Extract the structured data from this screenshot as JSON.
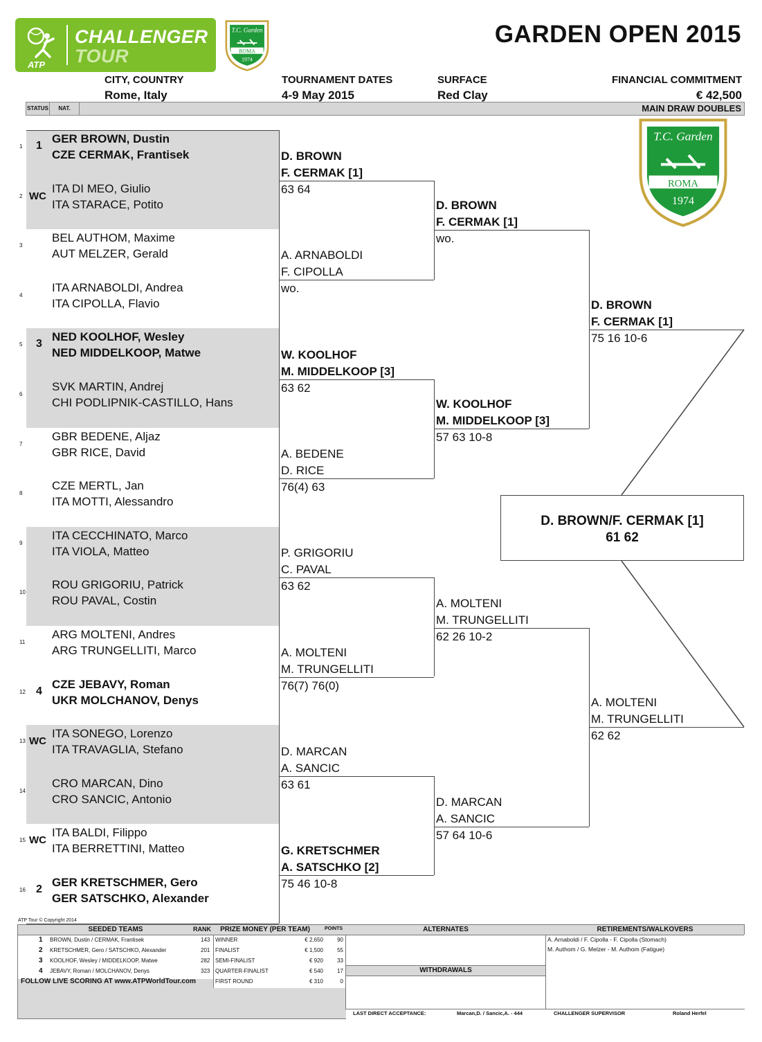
{
  "header": {
    "logo_line1": "CHALLENGER",
    "logo_line2": "TOUR",
    "logo_atp": "ATP",
    "club_logo_top": "T.C. Garden",
    "club_logo_city": "ROMA",
    "club_logo_year": "1974",
    "title": "GARDEN OPEN 2015",
    "city_label": "CITY, COUNTRY",
    "city_value": "Rome, Italy",
    "dates_label": "TOURNAMENT DATES",
    "dates_value": "4-9 May 2015",
    "surface_label": "SURFACE",
    "surface_value": "Red Clay",
    "commitment_label": "FINANCIAL COMMITMENT",
    "commitment_value": "€ 42,500",
    "status_col": "STATUS",
    "nat_col": "NAT.",
    "draw_type": "MAIN DRAW DOUBLES"
  },
  "slots": [
    {
      "num": "1",
      "status": "1",
      "status_type": "seed",
      "p1": "GER BROWN, Dustin",
      "p2": "CZE CERMAK, Frantisek",
      "bold": true
    },
    {
      "num": "2",
      "status": "WC",
      "status_type": "wc",
      "p1": "ITA  DI MEO, Giulio",
      "p2": "ITA  STARACE, Potito",
      "bold": false
    },
    {
      "num": "3",
      "status": "",
      "status_type": "",
      "p1": "BEL  AUTHOM, Maxime",
      "p2": "AUT  MELZER, Gerald",
      "bold": false
    },
    {
      "num": "4",
      "status": "",
      "status_type": "",
      "p1": "ITA  ARNABOLDI, Andrea",
      "p2": "ITA  CIPOLLA, Flavio",
      "bold": false
    },
    {
      "num": "5",
      "status": "3",
      "status_type": "seed",
      "p1": "NED KOOLHOF, Wesley",
      "p2": "NED MIDDELKOOP, Matwe",
      "bold": true
    },
    {
      "num": "6",
      "status": "",
      "status_type": "",
      "p1": "SVK MARTIN, Andrej",
      "p2": "CHI  PODLIPNIK-CASTILLO, Hans",
      "bold": false
    },
    {
      "num": "7",
      "status": "",
      "status_type": "",
      "p1": "GBR BEDENE, Aljaz",
      "p2": "GBR RICE, David",
      "bold": false
    },
    {
      "num": "8",
      "status": "",
      "status_type": "",
      "p1": "CZE  MERTL, Jan",
      "p2": "ITA  MOTTI, Alessandro",
      "bold": false
    },
    {
      "num": "9",
      "status": "",
      "status_type": "",
      "p1": "ITA  CECCHINATO, Marco",
      "p2": "ITA  VIOLA, Matteo",
      "bold": false
    },
    {
      "num": "10",
      "status": "",
      "status_type": "",
      "p1": "ROU GRIGORIU, Patrick",
      "p2": "ROU PAVAL, Costin",
      "bold": false
    },
    {
      "num": "11",
      "status": "",
      "status_type": "",
      "p1": "ARG MOLTENI, Andres",
      "p2": "ARG TRUNGELLITI, Marco",
      "bold": false
    },
    {
      "num": "12",
      "status": "4",
      "status_type": "seed",
      "p1": "CZE JEBAVY, Roman",
      "p2": "UKR MOLCHANOV, Denys",
      "bold": true
    },
    {
      "num": "13",
      "status": "WC",
      "status_type": "wc",
      "p1": "ITA  SONEGO, Lorenzo",
      "p2": "ITA  TRAVAGLIA, Stefano",
      "bold": false
    },
    {
      "num": "14",
      "status": "",
      "status_type": "",
      "p1": "CRO MARCAN, Dino",
      "p2": "CRO SANCIC, Antonio",
      "bold": false
    },
    {
      "num": "15",
      "status": "WC",
      "status_type": "wc",
      "p1": "ITA  BALDI, Filippo",
      "p2": "ITA  BERRETTINI, Matteo",
      "bold": false
    },
    {
      "num": "16",
      "status": "2",
      "status_type": "seed",
      "p1": "GER KRETSCHMER, Gero",
      "p2": "GER SATSCHKO, Alexander",
      "bold": true
    }
  ],
  "round2": [
    {
      "w1": "D. BROWN",
      "w2": "F. CERMAK [1]",
      "score": "63 64",
      "bold": true
    },
    {
      "w1": "A. ARNABOLDI",
      "w2": "F. CIPOLLA",
      "score": "wo.",
      "bold": false
    },
    {
      "w1": "W. KOOLHOF",
      "w2": "M. MIDDELKOOP [3]",
      "score": "63 62",
      "bold": true
    },
    {
      "w1": "A. BEDENE",
      "w2": "D. RICE",
      "score": "76(4) 63",
      "bold": false
    },
    {
      "w1": "P. GRIGORIU",
      "w2": "C. PAVAL",
      "score": "63 62",
      "bold": false
    },
    {
      "w1": "A. MOLTENI",
      "w2": "M. TRUNGELLITI",
      "score": "76(7) 76(0)",
      "bold": false
    },
    {
      "w1": "D. MARCAN",
      "w2": "A. SANCIC",
      "score": "63 61",
      "bold": false
    },
    {
      "w1": "G. KRETSCHMER",
      "w2": "A. SATSCHKO [2]",
      "score": "75 46 10-8",
      "bold": true
    }
  ],
  "quarterfinals": [
    {
      "w1": "D. BROWN",
      "w2": "F. CERMAK [1]",
      "score": "wo.",
      "bold": true
    },
    {
      "w1": "W. KOOLHOF",
      "w2": "M. MIDDELKOOP [3]",
      "score": "57 63 10-8",
      "bold": true
    },
    {
      "w1": "A. MOLTENI",
      "w2": "M. TRUNGELLITI",
      "score": "62 26 10-2",
      "bold": false
    },
    {
      "w1": "D. MARCAN",
      "w2": "A. SANCIC",
      "score": "57 64 10-6",
      "bold": false
    }
  ],
  "semifinals": [
    {
      "w1": "D. BROWN",
      "w2": "F. CERMAK [1]",
      "score": "75 16 10-6",
      "bold": true
    },
    {
      "w1": "A. MOLTENI",
      "w2": "M. TRUNGELLITI",
      "score": "62 62",
      "bold": false
    }
  ],
  "champion": {
    "name": "D. BROWN/F. CERMAK [1]",
    "score": "61 62"
  },
  "footer": {
    "copyright": "ATP Tour © Copyright 2014",
    "seeded_title": "SEEDED TEAMS",
    "rank_title": "RANK",
    "seeded": [
      {
        "n": "1",
        "team": "BROWN, Dustin / CERMAK, Frantisek",
        "rank": "143"
      },
      {
        "n": "2",
        "team": "KRETSCHMER, Gero / SATSCHKO, Alexander",
        "rank": "201"
      },
      {
        "n": "3",
        "team": "KOOLHOF, Wesley / MIDDELKOOP, Matwe",
        "rank": "282"
      },
      {
        "n": "4",
        "team": "JEBAVY, Roman / MOLCHANOV, Denys",
        "rank": "323"
      }
    ],
    "live_scoring": "FOLLOW LIVE SCORING AT www.ATPWorldTour.com",
    "prize_title": "PRIZE MONEY (PER TEAM)",
    "points_title": "POINTS",
    "prizes": [
      {
        "round": "WINNER",
        "money": "€ 2,650",
        "points": "90"
      },
      {
        "round": "FINALIST",
        "money": "€ 1,500",
        "points": "55"
      },
      {
        "round": "SEMI-FINALIST",
        "money": "€ 920",
        "points": "33"
      },
      {
        "round": "QUARTER-FINALIST",
        "money": "€ 540",
        "points": "17"
      },
      {
        "round": "FIRST ROUND",
        "money": "€ 310",
        "points": "0"
      }
    ],
    "alternates_title": "ALTERNATES",
    "withdrawals_title": "WITHDRAWALS",
    "retirements_title": "RETIREMENTS/WALKOVERS",
    "retirements": [
      "A. Arnaboldi / F. Cipolla - F. Cipolla (Stomach)",
      "M. Authom / G. Melzer - M. Authom (Fatigue)"
    ],
    "lda_label": "LAST DIRECT ACCEPTANCE:",
    "lda_value": "Marcan,D. / Sancic,A. - 444",
    "supervisor_label": "CHALLENGER SUPERVISOR",
    "supervisor_value": "Roland Herfel"
  }
}
